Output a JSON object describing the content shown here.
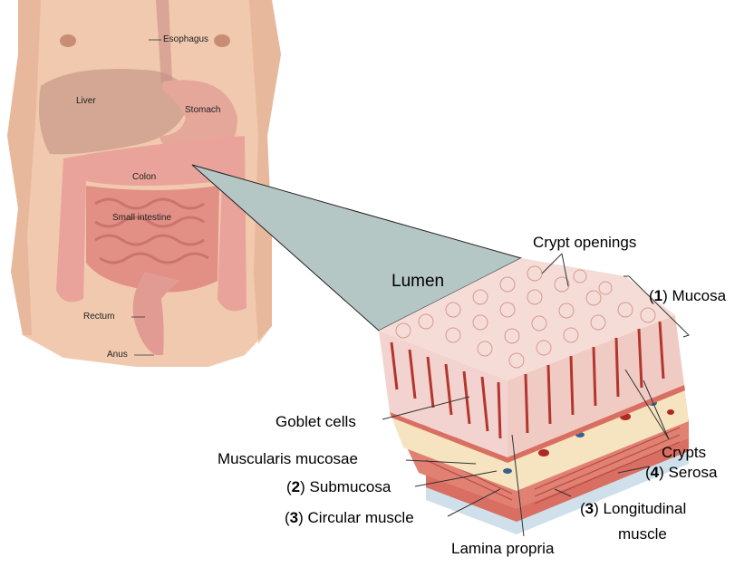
{
  "colors": {
    "skin": "#f1c9ae",
    "skin_shadow": "#dfa98c",
    "organ_pink": "#e9a39a",
    "organ_dark": "#c9756d",
    "projection": "#b5c7c5",
    "mucosa_fill": "#f3d3cf",
    "crypt_red": "#b3362e",
    "submucosa": "#f6e3bf",
    "muscle": "#d86f62",
    "serosa": "#cfe0ea",
    "fat_blue": "#3a5e8e",
    "blood_red": "#b02822"
  },
  "abdomen_labels": {
    "esophagus": "Esophagus",
    "liver": "Liver",
    "stomach": "Stomach",
    "colon": "Colon",
    "small_intestine": "Small intestine",
    "rectum": "Rectum",
    "anus": "Anus"
  },
  "tissue_labels": {
    "crypt_openings": "Crypt openings",
    "lumen": "Lumen",
    "mucosa_num": "1",
    "mucosa_text": "Mucosa",
    "goblet_cells": "Goblet cells",
    "muscularis_mucosae": "Muscularis mucosae",
    "submucosa_num": "2",
    "submucosa_text": "Submucosa",
    "circular_num": "3",
    "circular_text": "Circular muscle",
    "crypts": "Crypts",
    "serosa_num": "4",
    "serosa_text": "Serosa",
    "longitudinal_num": "3",
    "longitudinal_text": "Longitudinal",
    "longitudinal_text2": "muscle",
    "lamina_propria": "Lamina propria"
  }
}
